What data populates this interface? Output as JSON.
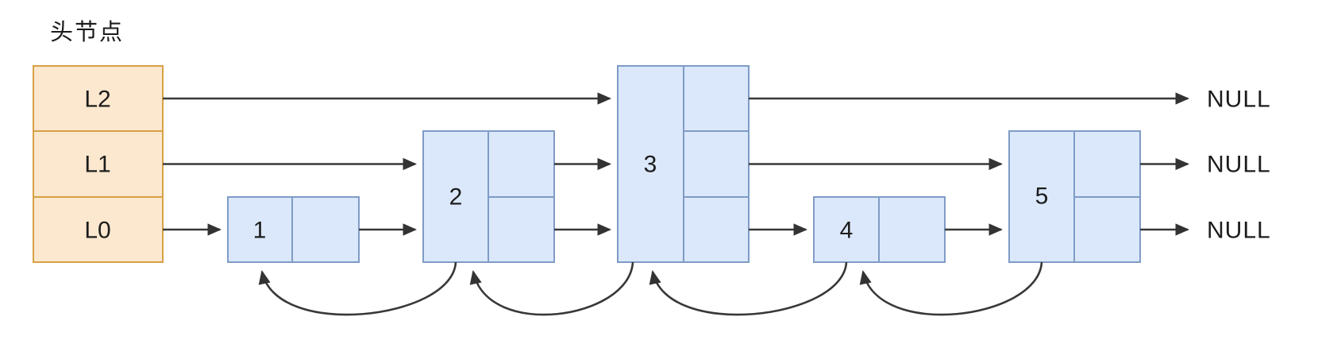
{
  "diagram": {
    "type": "skip-list",
    "title": "头节点",
    "head_levels": [
      "L2",
      "L1",
      "L0"
    ],
    "node_labels": [
      "1",
      "2",
      "3",
      "4",
      "5"
    ],
    "null_labels": [
      "NULL",
      "NULL",
      "NULL"
    ],
    "colors": {
      "head_fill": "#fce8cf",
      "head_border": "#d8a146",
      "node_fill": "#dbe8fb",
      "node_border": "#7f9bc6",
      "arrow": "#383838",
      "text": "#1c1c1c",
      "background": "#ffffff"
    }
  }
}
